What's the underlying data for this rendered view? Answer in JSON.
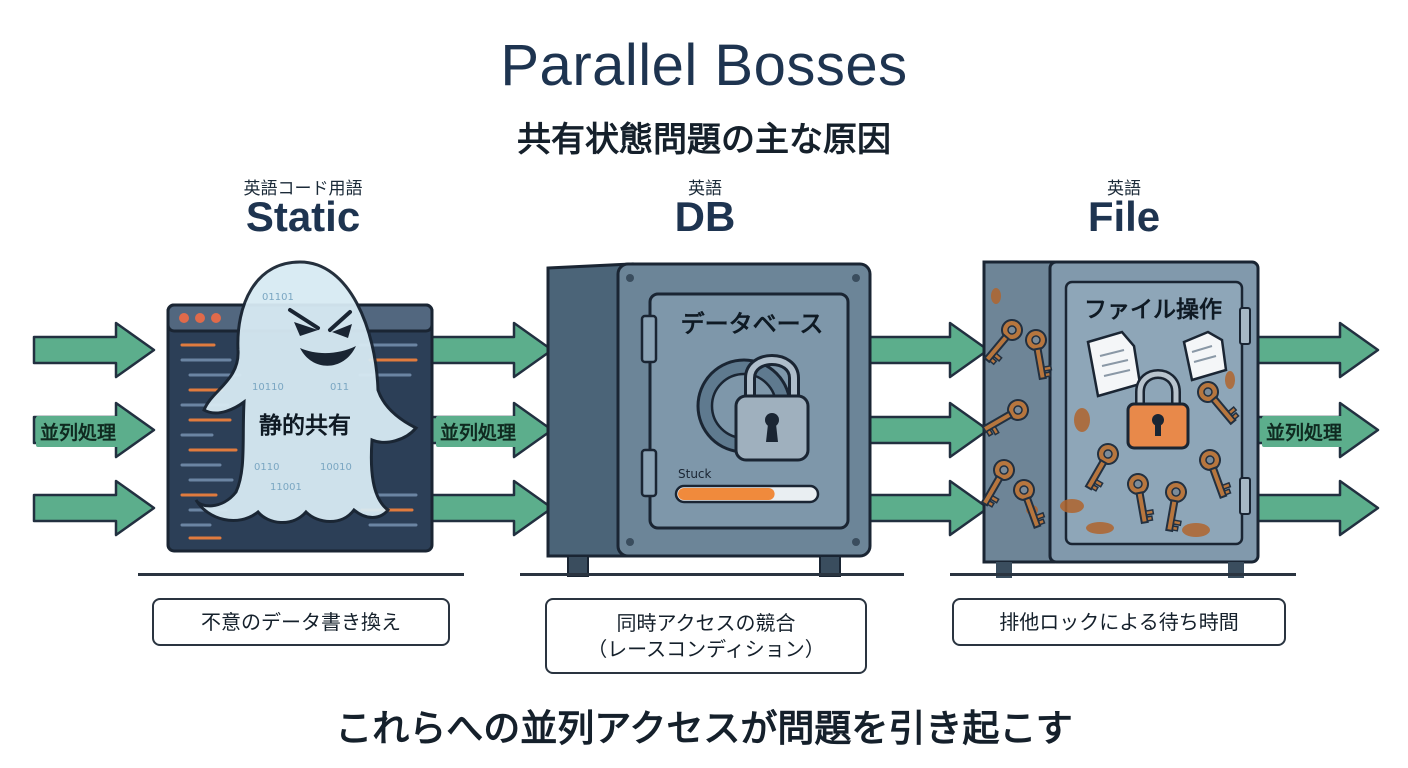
{
  "title": "Parallel Bosses",
  "subtitle": "共有状態問題の主な原因",
  "bosses": [
    {
      "small": "英語コード用語",
      "big": "Static",
      "inner": "静的共有",
      "caption": "不意のデータ書き換え"
    },
    {
      "small": "英語",
      "big": "DB",
      "inner": "データベース",
      "status": "Stuck",
      "caption_line1": "同時アクセスの競合",
      "caption_line2": "（レースコンディション）"
    },
    {
      "small": "英語",
      "big": "File",
      "inner": "ファイル操作",
      "caption": "排他ロックによる待ち時間"
    }
  ],
  "parallel_label": "並列処理",
  "progress_fraction": 0.7,
  "footer": "これらへの並列アクセスが問題を引き起こす",
  "colors": {
    "title": "#1e3450",
    "arrow": "#5cae8c",
    "arrow_stroke": "#223040",
    "progress": "#f08a3c",
    "lock_orange": "#e8894a"
  }
}
